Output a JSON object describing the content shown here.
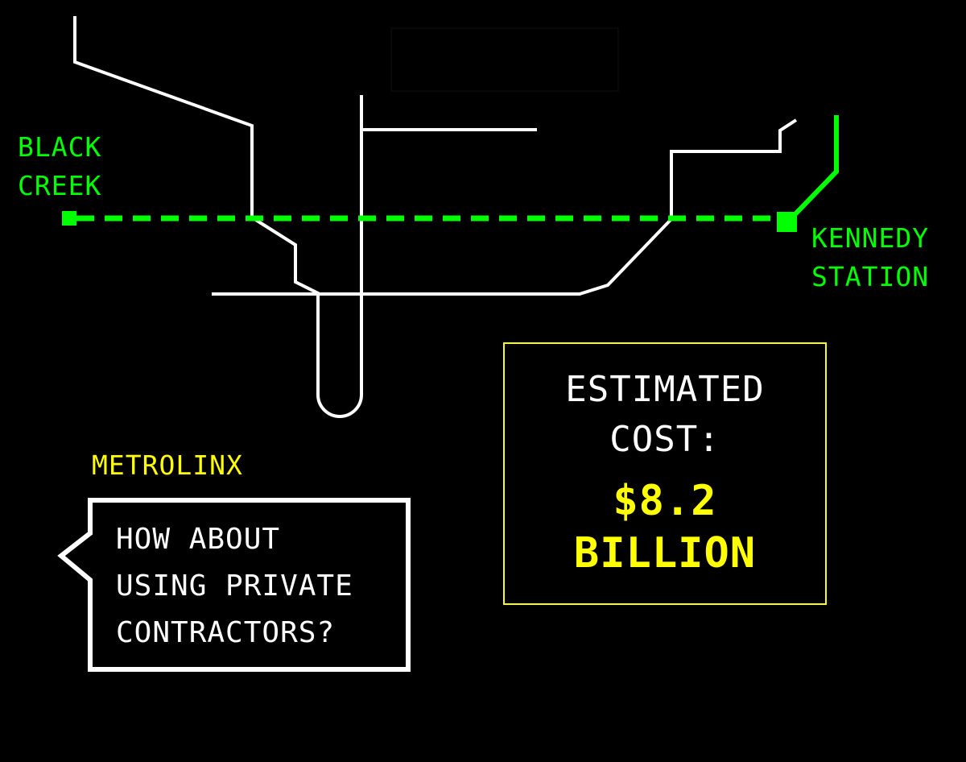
{
  "colors": {
    "background": "#000000",
    "subway": "#ffffff",
    "proposed_line": "#00ff00",
    "highlight": "#ffff00"
  },
  "stations": {
    "west": [
      "BLACK",
      "CREEK"
    ],
    "east": [
      "KENNEDY",
      "STATION"
    ]
  },
  "cost_box": {
    "label": [
      "ESTIMATED",
      "COST:"
    ],
    "amount": "$8.2",
    "unit": "BILLION"
  },
  "speaker": "METROLINX",
  "speech": [
    "HOW ABOUT",
    "USING PRIVATE",
    "CONTRACTORS?"
  ]
}
